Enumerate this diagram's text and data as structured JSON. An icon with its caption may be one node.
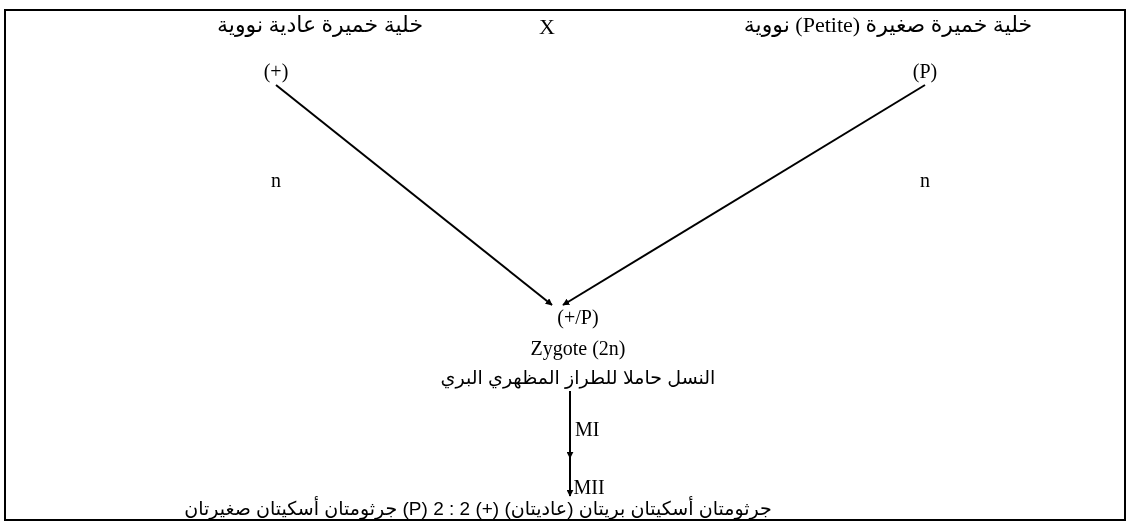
{
  "diagram": {
    "nodes": [
      {
        "text": [
          "خلية خميرة صغيرة (Petite) نووية",
          "(P)"
        ]
      },
      {
        "text": [
          "خلية خميرة عادية نووية",
          "(+)"
        ]
      },
      {
        "text": [
          "(+/P)",
          "Zygote (2n)",
          "النسل حاملا للطراز المظهري البري"
        ]
      },
      {
        "text": [
          "جرثومتان أسكيتان بريتان (عاديتان) (+) 2 : 2 (P) جرثومتان أسكيتان صغيرتان"
        ]
      }
    ],
    "edges": [
      {
        "from": 0,
        "to": 2,
        "arrow": "to"
      },
      {
        "from": 1,
        "to": 2,
        "arrow": "to"
      },
      {
        "from": 2,
        "to": 3,
        "arrow": "to",
        "label": "MI"
      }
    ],
    "labels": [
      "X",
      "n",
      "n",
      "MII"
    ]
  }
}
